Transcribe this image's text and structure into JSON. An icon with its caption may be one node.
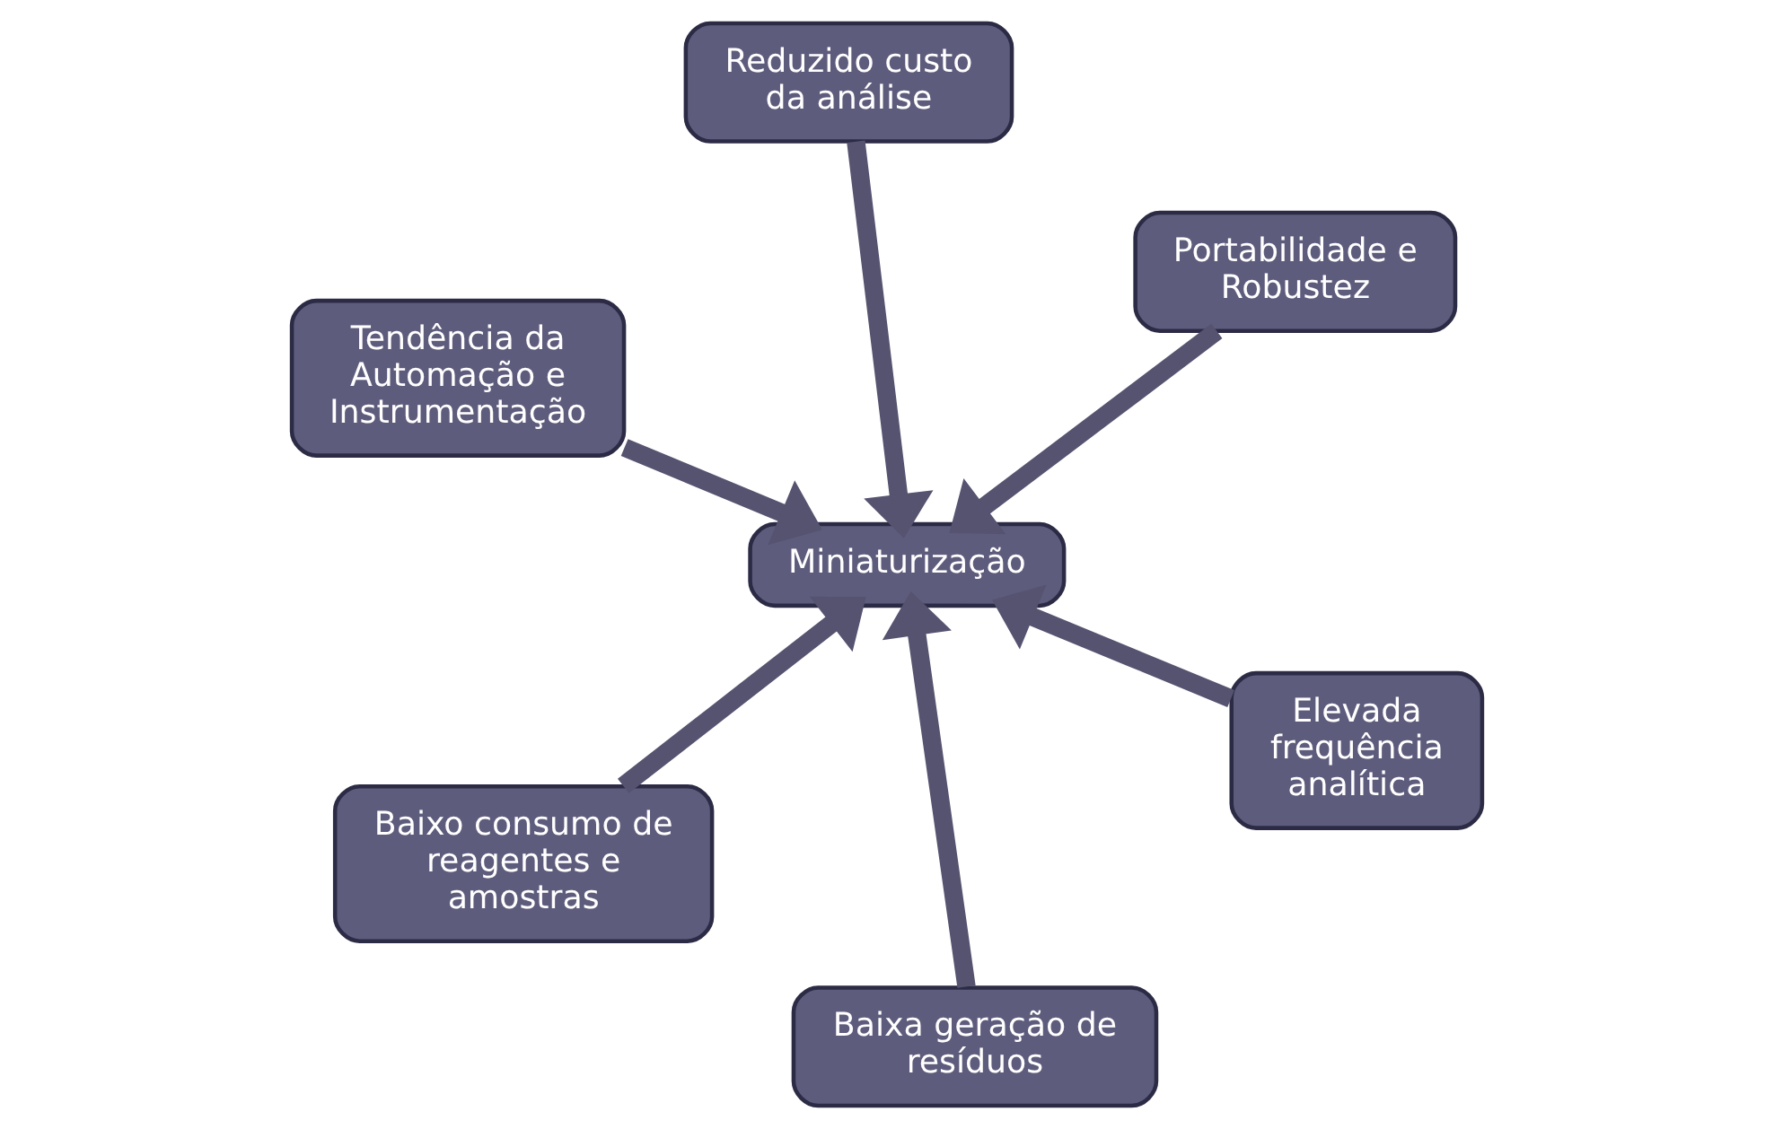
{
  "diagram": {
    "nodes": [
      {
        "text": [
          "Tendência da Automação e Instrumentação"
        ]
      },
      {
        "text": [
          "Elevada frequência analítica"
        ]
      },
      {
        "text": [
          "Baixa geração de resíduos"
        ]
      },
      {
        "text": [
          "Miniaturização"
        ]
      },
      {
        "text": [
          "Portabilidade e Robustez"
        ]
      },
      {
        "text": [
          "Reduzido custo da análise"
        ]
      },
      {
        "text": [
          "Baixo consumo de reagentes e amostras"
        ]
      }
    ],
    "edges": [
      {
        "from": 0,
        "to": 3,
        "arrow": "to"
      },
      {
        "from": 1,
        "to": 3,
        "arrow": "to"
      },
      {
        "from": 2,
        "to": 3,
        "arrow": "to"
      },
      {
        "from": 4,
        "to": 3,
        "arrow": "to"
      },
      {
        "from": 5,
        "to": 3,
        "arrow": "to"
      },
      {
        "from": 6,
        "to": 3,
        "arrow": "to"
      }
    ]
  }
}
